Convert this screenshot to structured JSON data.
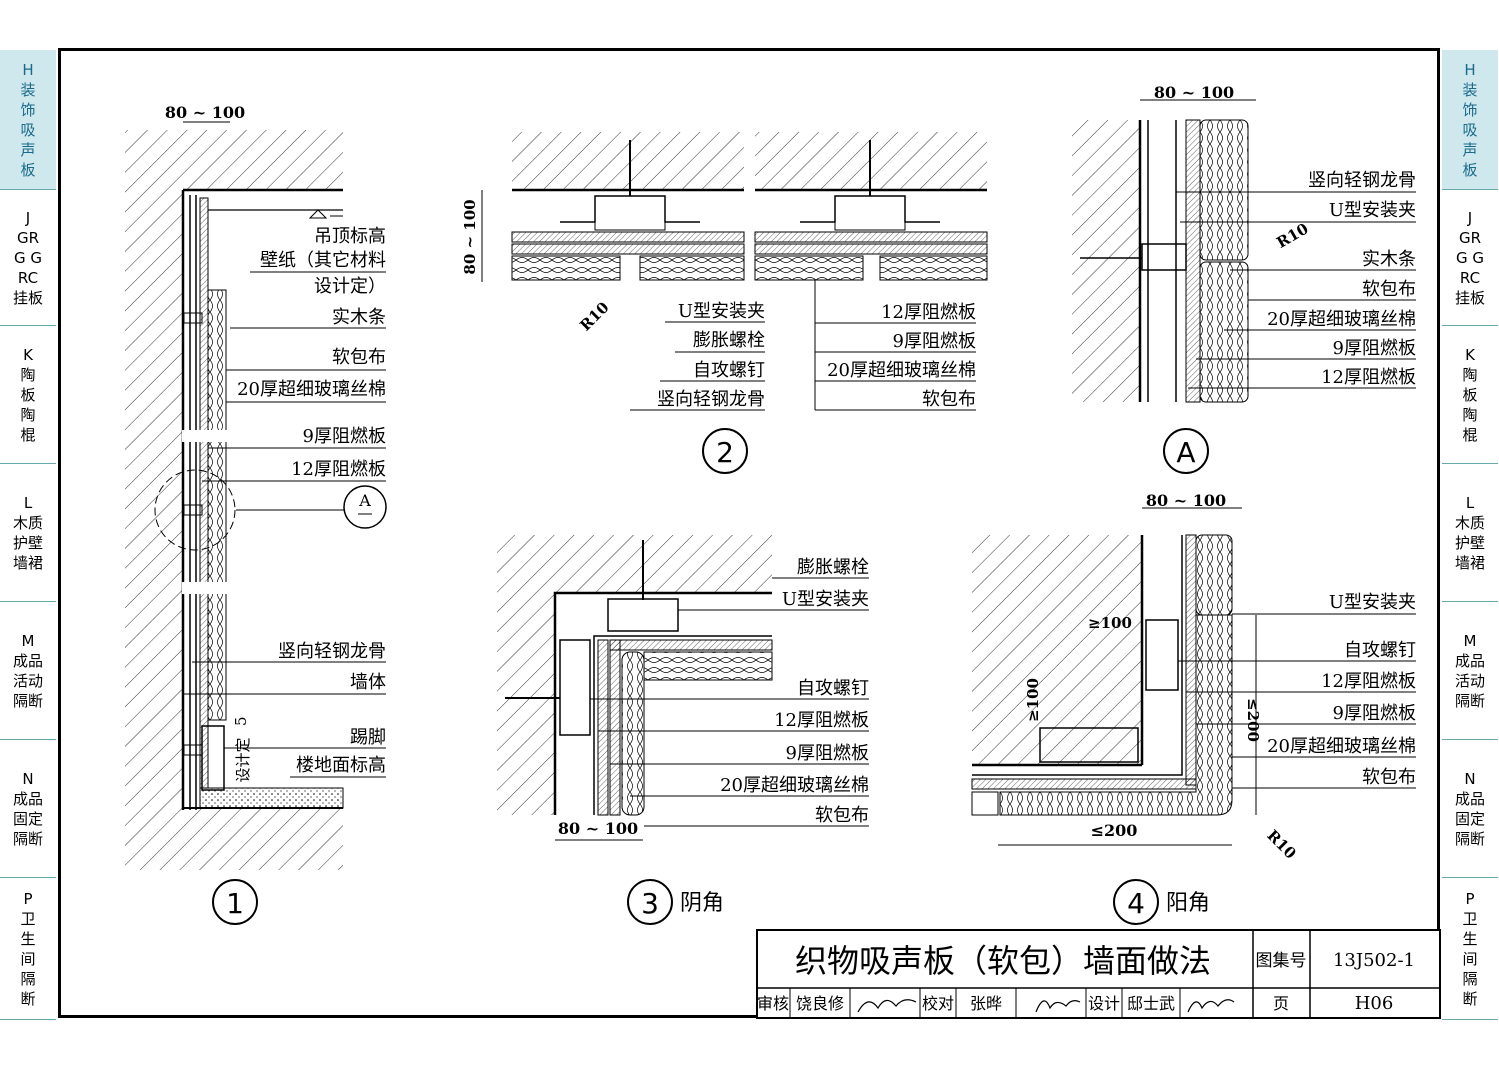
{
  "sidebar": {
    "items": [
      {
        "code": "H",
        "label": "装饰吸声板",
        "active": true
      },
      {
        "code": "J",
        "label": "GRG GRC 挂板"
      },
      {
        "code": "K",
        "label": "陶板陶棍"
      },
      {
        "code": "L",
        "label": "木质护壁墙裙"
      },
      {
        "code": "M",
        "label": "成品活动隔断"
      },
      {
        "code": "N",
        "label": "成品固定隔断"
      },
      {
        "code": "P",
        "label": "卫生间隔断"
      }
    ]
  },
  "detail1": {
    "number": "1",
    "dim_top": "80 ~ 100",
    "labels": [
      "吊顶标高",
      "壁纸（其它材料",
      "设计定）",
      "实木条",
      "软包布",
      "20厚超细玻璃丝棉",
      "9厚阻燃板",
      "12厚阻燃板",
      "竖向轻钢龙骨",
      "墙体",
      "踢脚",
      "楼地面标高"
    ],
    "callout_letter": "A",
    "vertical_note": "设计定",
    "dim_side": "5"
  },
  "detail2": {
    "number": "2",
    "dim_side": "80 ~ 100",
    "radius": "R10",
    "labels_left": [
      "U型安装夹",
      "膨胀螺栓",
      "自攻螺钉",
      "竖向轻钢龙骨"
    ],
    "labels_right": [
      "12厚阻燃板",
      "9厚阻燃板",
      "20厚超细玻璃丝棉",
      "软包布"
    ]
  },
  "detailA": {
    "letter": "A",
    "dim_top": "80 ~ 100",
    "radius": "R10",
    "labels": [
      "竖向轻钢龙骨",
      "U型安装夹",
      "实木条",
      "软包布",
      "20厚超细玻璃丝棉",
      "9厚阻燃板",
      "12厚阻燃板"
    ]
  },
  "detail3": {
    "number": "3",
    "caption": "阴角",
    "dim_bottom": "80 ~ 100",
    "labels": [
      "膨胀螺栓",
      "U型安装夹",
      "自攻螺钉",
      "12厚阻燃板",
      "9厚阻燃板",
      "20厚超细玻璃丝棉",
      "软包布"
    ]
  },
  "detail4": {
    "number": "4",
    "caption": "阳角",
    "dim_top": "80 ~ 100",
    "dim_a": "≥100",
    "dim_b": "≥100",
    "dim_c": "≤200",
    "dim_d": "≤200",
    "radius": "R10",
    "labels": [
      "U型安装夹",
      "自攻螺钉",
      "12厚阻燃板",
      "9厚阻燃板",
      "20厚超细玻璃丝棉",
      "软包布"
    ]
  },
  "titleblock": {
    "title": "织物吸声板（软包）墙面做法",
    "atlas_label": "图集号",
    "atlas_no": "13J502-1",
    "review_label": "审核",
    "reviewer": "饶良修",
    "check_label": "校对",
    "checker": "张晔",
    "design_label": "设计",
    "designer": "邸士武",
    "page_label": "页",
    "page_no": "H06"
  }
}
